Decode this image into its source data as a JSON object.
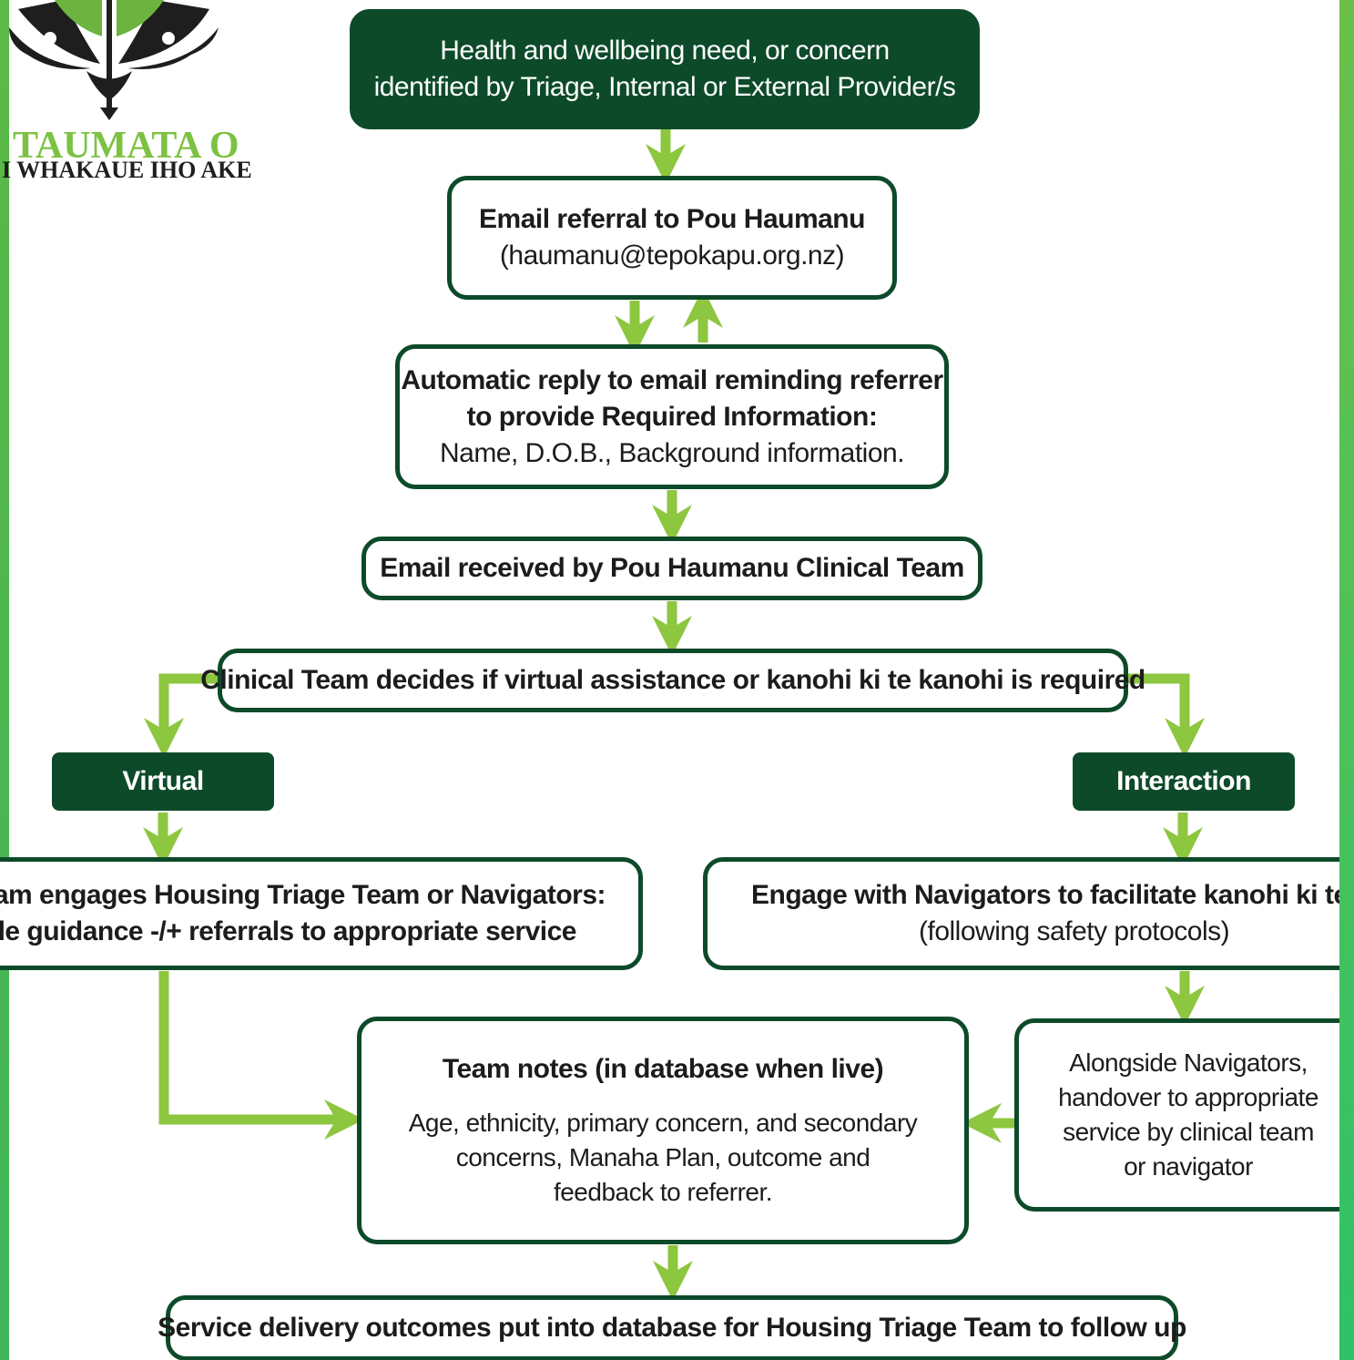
{
  "logo": {
    "title": "TAUMATA O",
    "subtitle": "I WHAKAUE IHO AKE"
  },
  "colors": {
    "dark_green": "#0d4a2a",
    "arrow_green": "#8dc63f",
    "edge_green": "#4cbf55"
  },
  "nodes": {
    "start": {
      "line1": "Health and wellbeing need, or concern",
      "line2": "identified by Triage, Internal or External Provider/s"
    },
    "email_referral": {
      "line1": "Email referral to Pou Haumanu",
      "line2": "(haumanu@tepokapu.org.nz)"
    },
    "auto_reply": {
      "line1": "Automatic reply to email reminding referrer",
      "line2": "to provide Required Information:",
      "line3": "Name, D.O.B., Background information."
    },
    "email_received": {
      "label": "Email received by Pou Haumanu Clinical Team"
    },
    "decision": {
      "label": "Clinical Team decides if virtual assistance or kanohi ki te kanohi is required"
    },
    "virtual": {
      "label": "Virtual"
    },
    "interaction": {
      "label": "Interaction"
    },
    "virtual_step": {
      "line1": "Clinical Team engages Housing Triage Team or Navigators:",
      "line2": "Provide guidance -/+ referrals to appropriate service"
    },
    "interaction_step": {
      "line1": "Engage with Navigators to facilitate kanohi ki te kanohi",
      "line2": "(following safety protocols)"
    },
    "team_notes": {
      "title": "Team notes (in database when live)",
      "line1": "Age, ethnicity, primary concern, and secondary",
      "line2": "concerns, Manaha Plan, outcome and",
      "line3": "feedback to referrer."
    },
    "handover": {
      "line1": "Alongside Navigators,",
      "line2": "handover to appropriate",
      "line3": "service by clinical team",
      "line4": "or navigator"
    },
    "outcomes": {
      "label": "Service delivery outcomes put into database for Housing Triage Team to follow up"
    }
  }
}
